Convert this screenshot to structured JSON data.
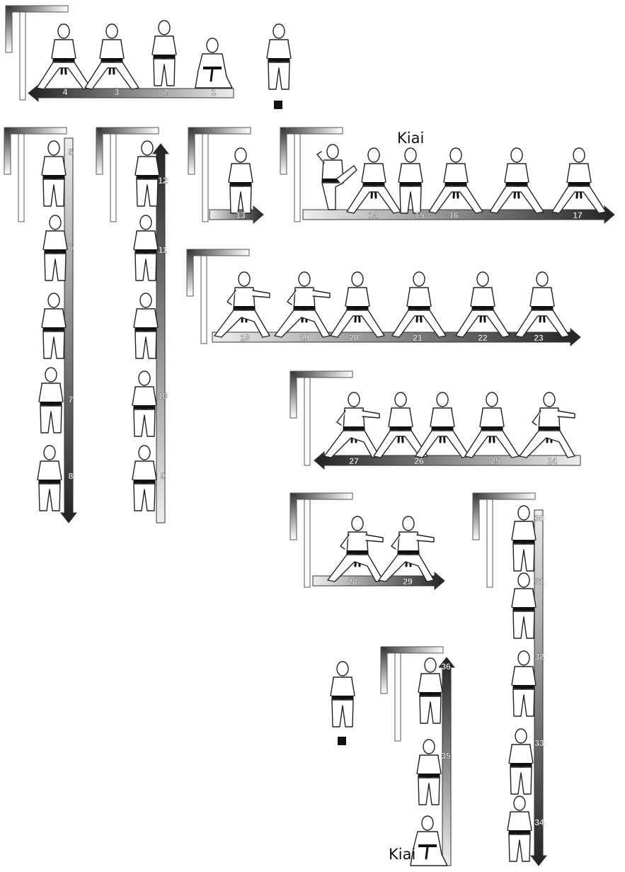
{
  "kiai_labels": [
    "Kiai",
    "Kiai"
  ],
  "panels": [
    {
      "id": "p1",
      "direction": "left",
      "steps": [
        "4",
        "3",
        "2",
        "1"
      ]
    },
    {
      "id": "p2",
      "direction": "down",
      "steps": [
        "5",
        "6",
        "7",
        "8"
      ]
    },
    {
      "id": "p3",
      "direction": "up",
      "steps": [
        "12",
        "11",
        "10",
        "9"
      ]
    },
    {
      "id": "p4",
      "direction": "right",
      "steps": [
        "13"
      ]
    },
    {
      "id": "p5",
      "direction": "right",
      "steps": [
        "14",
        "15",
        "16",
        "17"
      ]
    },
    {
      "id": "p6",
      "direction": "right",
      "steps": [
        "18",
        "19",
        "20",
        "21",
        "22",
        "23"
      ]
    },
    {
      "id": "p7",
      "direction": "left",
      "steps": [
        "27",
        "26",
        "25",
        "24"
      ]
    },
    {
      "id": "p8",
      "direction": "right",
      "steps": [
        "28",
        "29"
      ]
    },
    {
      "id": "p9",
      "direction": "down",
      "steps": [
        "30",
        "31",
        "32",
        "33",
        "34"
      ]
    },
    {
      "id": "p10",
      "direction": "up",
      "steps": [
        "36",
        "35"
      ]
    }
  ]
}
